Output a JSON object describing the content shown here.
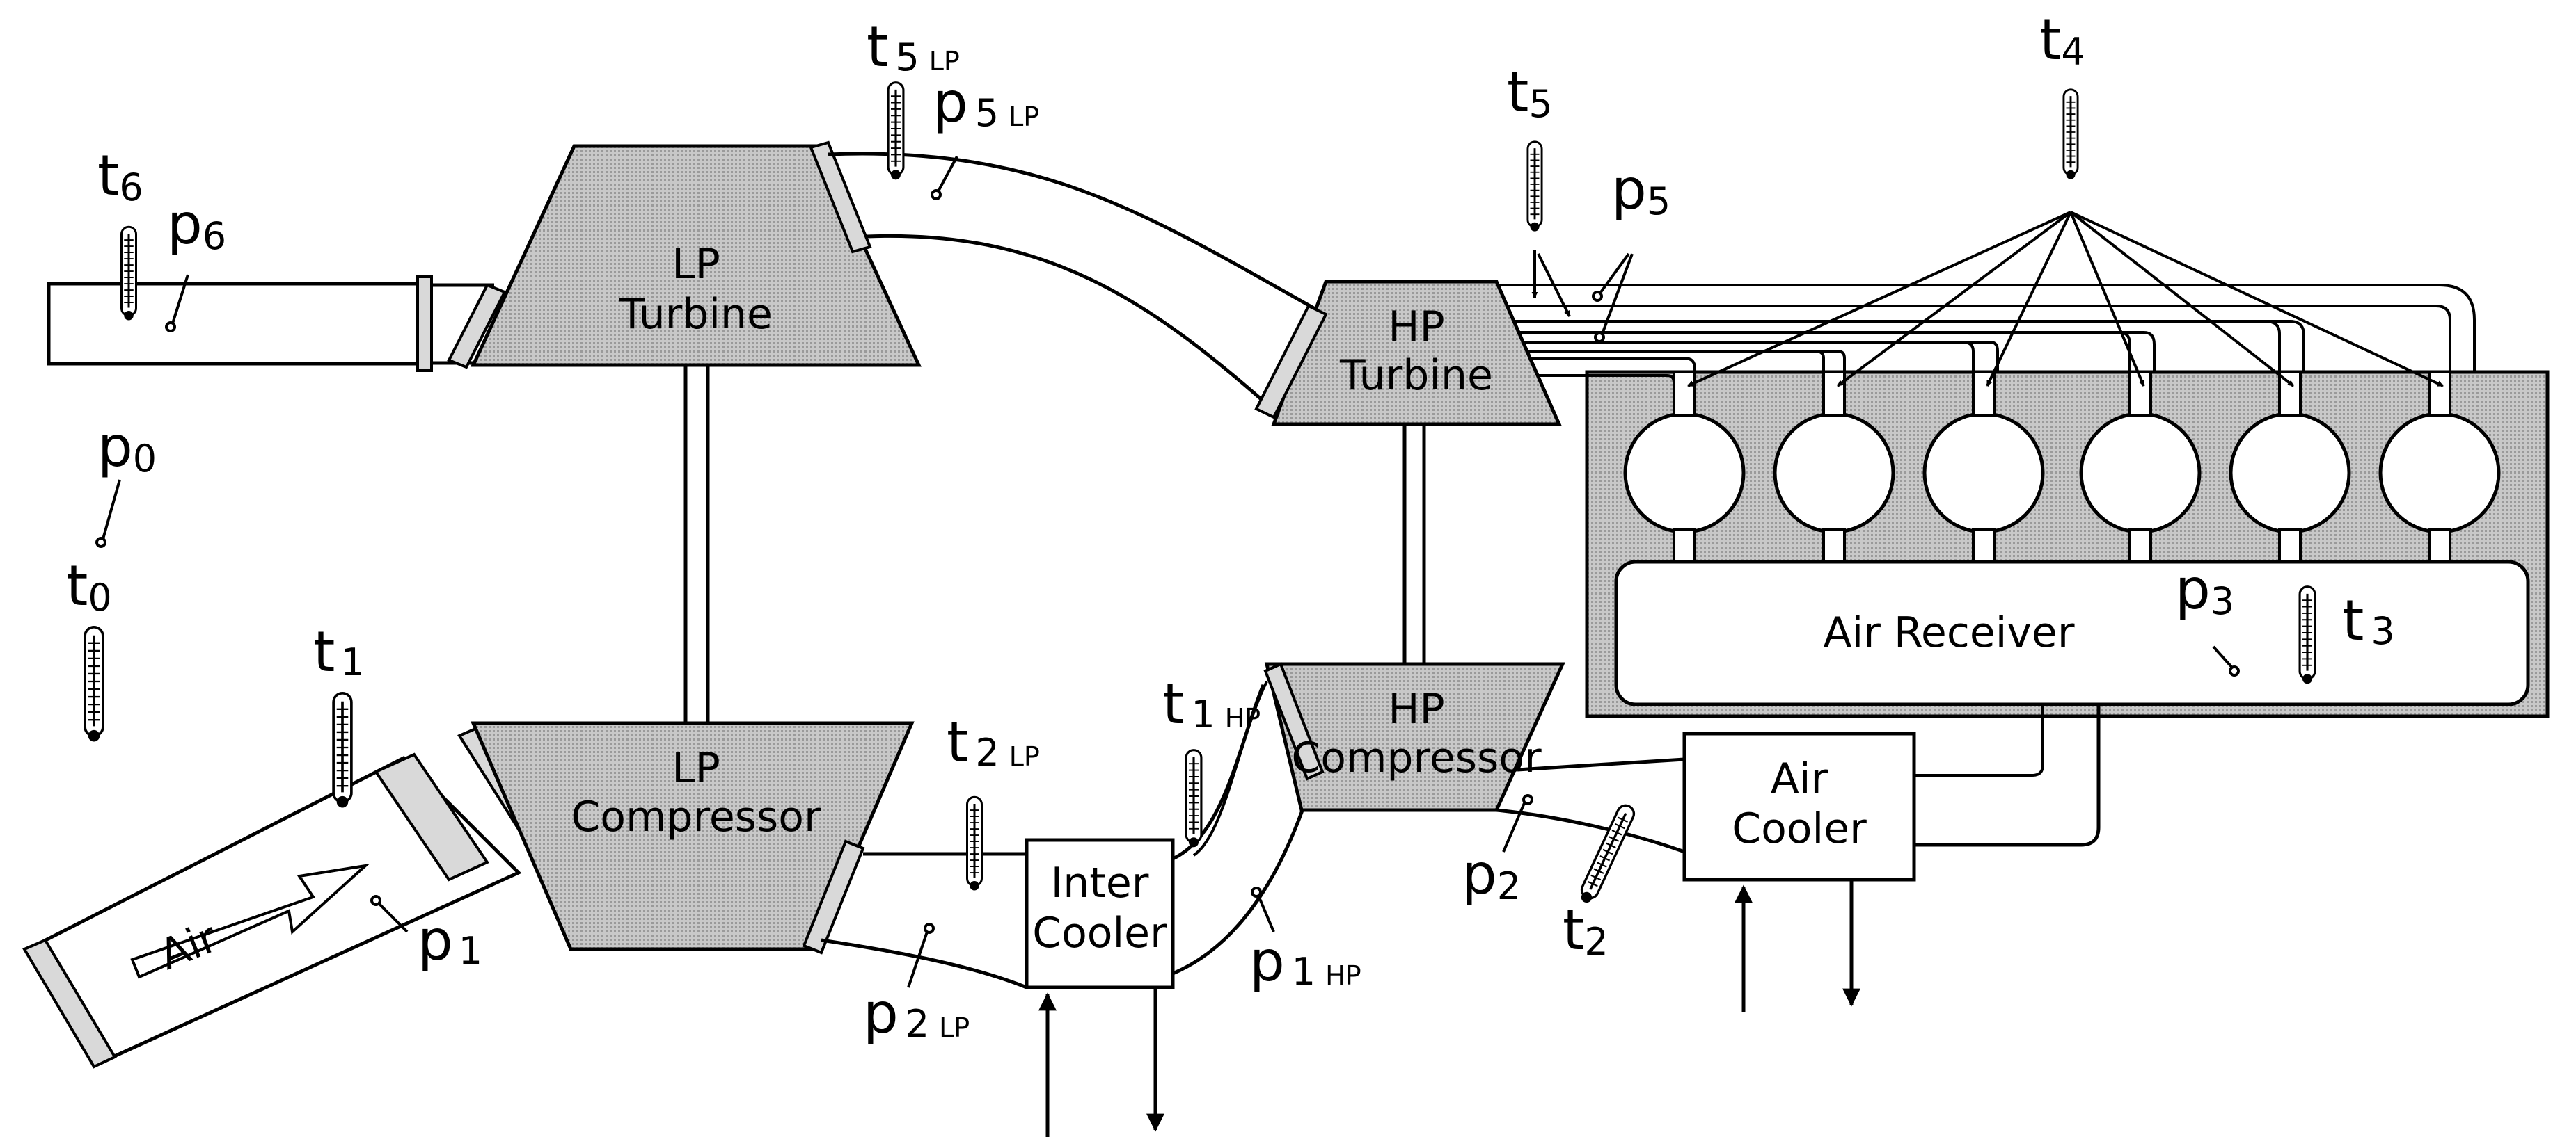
{
  "components": {
    "lp_turbine": [
      "LP",
      "Turbine"
    ],
    "hp_turbine": [
      "HP",
      "Turbine"
    ],
    "lp_compressor": [
      "LP",
      "Compressor"
    ],
    "hp_compressor": [
      "HP",
      "Compressor"
    ],
    "inter_cooler": [
      "Inter",
      "Cooler"
    ],
    "air_cooler": [
      "Air",
      "Cooler"
    ],
    "air_receiver": "Air Receiver",
    "air_inlet": "Air"
  },
  "measurements": {
    "t0": {
      "base": "t",
      "sub": "0"
    },
    "p0": {
      "base": "p",
      "sub": "0"
    },
    "t1": {
      "base": "t",
      "sub": "1"
    },
    "p1": {
      "base": "p",
      "sub": "1"
    },
    "t2lp": {
      "base": "t",
      "sub": "2",
      "suffix": "LP"
    },
    "p2lp": {
      "base": "p",
      "sub": "2",
      "suffix": "LP"
    },
    "t1hp": {
      "base": "t",
      "sub": "1",
      "suffix": "HP"
    },
    "p1hp": {
      "base": "p",
      "sub": "1",
      "suffix": "HP"
    },
    "t2": {
      "base": "t",
      "sub": "2"
    },
    "p2": {
      "base": "p",
      "sub": "2"
    },
    "t3": {
      "base": "t",
      "sub": "3"
    },
    "p3": {
      "base": "p",
      "sub": "3"
    },
    "t4": {
      "base": "t",
      "sub": "4"
    },
    "t5": {
      "base": "t",
      "sub": "5"
    },
    "p5": {
      "base": "p",
      "sub": "5"
    },
    "t5lp": {
      "base": "t",
      "sub": "5",
      "suffix": "LP"
    },
    "p5lp": {
      "base": "p",
      "sub": "5",
      "suffix": "LP"
    },
    "t6": {
      "base": "t",
      "sub": "6"
    },
    "p6": {
      "base": "p",
      "sub": "6"
    }
  },
  "colors": {
    "line": "#000000",
    "machine_fill": "#cfcfcf",
    "background": "#ffffff"
  }
}
